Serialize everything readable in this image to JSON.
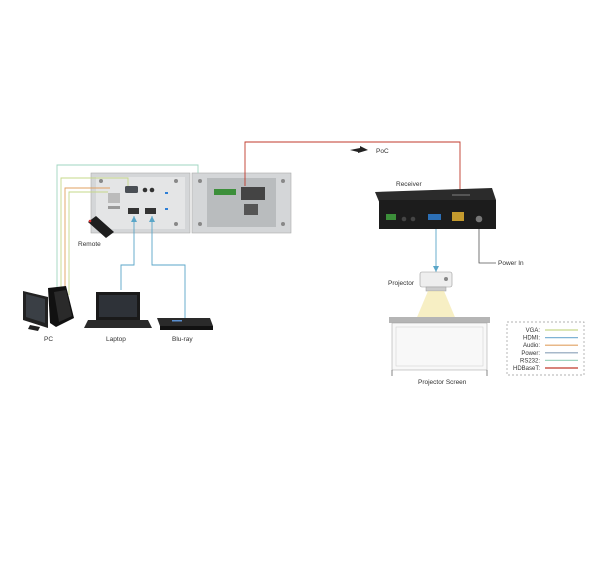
{
  "labels": {
    "remote": "Remote",
    "pc": "PC",
    "laptop": "Laptop",
    "bluray": "Blu-ray",
    "poc": "PoC",
    "receiver": "Receiver",
    "projector": "Projector",
    "projector_screen": "Projector Screen",
    "power_in": "Power In"
  },
  "legend": [
    {
      "label": "VGA:",
      "color": "#c6d88a"
    },
    {
      "label": "HDMI:",
      "color": "#7fb3d5"
    },
    {
      "label": "Audio:",
      "color": "#e0a060"
    },
    {
      "label": "Power:",
      "color": "#8aa0b8"
    },
    {
      "label": "RS232:",
      "color": "#9fd4c0"
    },
    {
      "label": "HDBaseT:",
      "color": "#c0392b"
    }
  ],
  "colors": {
    "vga": "#c6d88a",
    "hdmi": "#5aa6c8",
    "audio": "#e0a060",
    "power": "#8aa0b8",
    "rs232": "#9fd4c0",
    "hdbaset": "#c0392b"
  }
}
